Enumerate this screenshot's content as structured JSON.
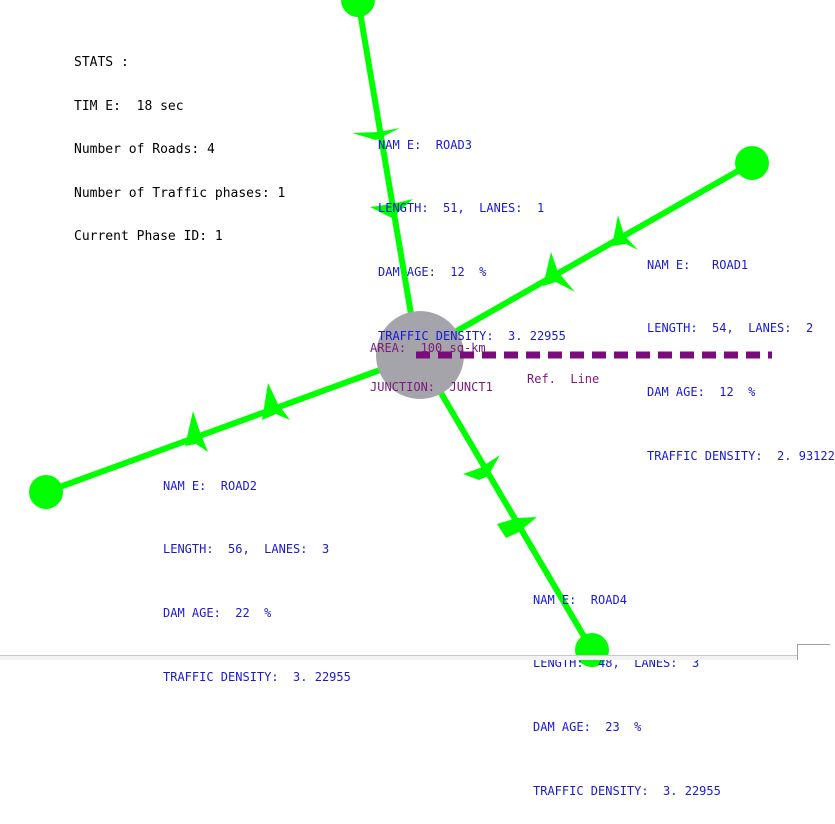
{
  "colors": {
    "road": "#00ff00",
    "junction": "#a6a4ab",
    "road_text": "#1a1ad6",
    "junction_text": "#7a1a7a",
    "ref_line": "#7b0b7b",
    "stats_text": "#000000"
  },
  "stats": {
    "header": "STATS :",
    "time": "TIM E:  18 sec",
    "roads": "Number of Roads: 4",
    "phases": "Number of Traffic phases: 1",
    "phase_id": "Current Phase ID: 1"
  },
  "junction": {
    "area": "AREA:  100 sq-km",
    "name": "JUNCTION:  JUNCT1"
  },
  "ref_line": {
    "label": "Ref.  Line"
  },
  "roads": [
    {
      "id": "road1",
      "name": "NAM E:   ROAD1",
      "length_lanes": "LENGTH:  54,  LANES:  2",
      "damage": "DAM AGE:  12  %",
      "density": "TRAFFIC DENSITY:  2. 93122"
    },
    {
      "id": "road2",
      "name": "NAM E:  ROAD2",
      "length_lanes": "LENGTH:  56,  LANES:  3",
      "damage": "DAM AGE:  22  %",
      "density": "TRAFFIC DENSITY:  3. 22955"
    },
    {
      "id": "road3",
      "name": "NAM E:  ROAD3",
      "length_lanes": "LENGTH:  51,  LANES:  1",
      "damage": "DAM AGE:  12  %",
      "density": "TRAFFIC DENSITY:  3. 22955"
    },
    {
      "id": "road4",
      "name": "NAM E:  ROAD4",
      "length_lanes": "LENGTH:  48,  LANES:  3",
      "damage": "DAM AGE:  23  %",
      "density": "TRAFFIC DENSITY:  3. 22955"
    }
  ]
}
